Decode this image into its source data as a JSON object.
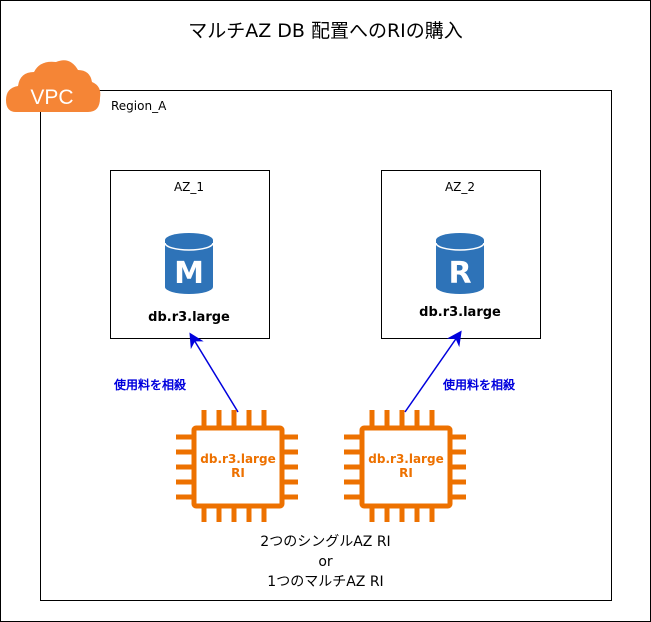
{
  "title": "マルチAZ DB 配置へのRIの購入",
  "vpc_badge": "VPC",
  "region": {
    "label": "Region_A"
  },
  "az": [
    {
      "label": "AZ_1",
      "db_letter": "M",
      "instance_type": "db.r3.large"
    },
    {
      "label": "AZ_2",
      "db_letter": "R",
      "instance_type": "db.r3.large"
    }
  ],
  "reserved_instances": [
    {
      "line1": "db.r3.large",
      "line2": "RI",
      "arrow_label": "使用料を相殺"
    },
    {
      "line1": "db.r3.large",
      "line2": "RI",
      "arrow_label": "使用料を相殺"
    }
  ],
  "caption": {
    "line1": "2つのシングルAZ RI",
    "line2": "or",
    "line3": "1つのマルチAZ RI"
  },
  "colors": {
    "vpc": "#f58536",
    "db": "#2e73b8",
    "chip": "#ed7100",
    "arrow": "#0000dd"
  }
}
